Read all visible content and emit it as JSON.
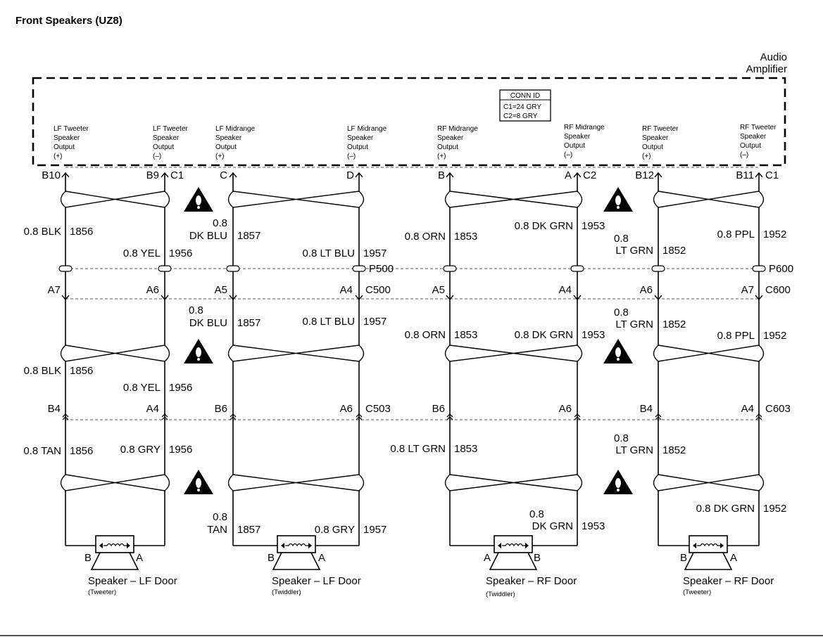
{
  "title": "Front Speakers (UZ8)",
  "amplifier": {
    "label_line1": "Audio",
    "label_line2": "Amplifier",
    "conn_id": {
      "header": "CONN ID",
      "line1": "C1=24 GRY",
      "line2": "C2=8 GRY"
    },
    "outputs": [
      {
        "l1": "LF Tweeter",
        "l2": "Speaker",
        "l3": "Output",
        "l4": "(+)"
      },
      {
        "l1": "LF Tweeter",
        "l2": "Speaker",
        "l3": "Output",
        "l4": "(–)"
      },
      {
        "l1": "LF Midrange",
        "l2": "Speaker",
        "l3": "Output",
        "l4": "(+)"
      },
      {
        "l1": "LF Midrange",
        "l2": "Speaker",
        "l3": "Output",
        "l4": "(–)"
      },
      {
        "l1": "RF Midrange",
        "l2": "Speaker",
        "l3": "Output",
        "l4": "(+)"
      },
      {
        "l1": "RF Midrange",
        "l2": "Speaker",
        "l3": "Output",
        "l4": "(–)"
      },
      {
        "l1": "RF Tweeter",
        "l2": "Speaker",
        "l3": "Output",
        "l4": "(+)"
      },
      {
        "l1": "RF Tweeter",
        "l2": "Speaker",
        "l3": "Output",
        "l4": "(–)"
      }
    ]
  },
  "connectors": {
    "c1_left": "C1",
    "c2": "C2",
    "c1_right": "C1",
    "p500": "P500",
    "p600": "P600",
    "c500": "C500",
    "c600": "C600",
    "c503": "C503",
    "c603": "C603"
  },
  "pins": {
    "amp": [
      "B10",
      "B9",
      "C",
      "D",
      "B",
      "A",
      "B12",
      "B11"
    ],
    "c500_c600": [
      "A7",
      "A6",
      "A5",
      "A4",
      "A5",
      "A4",
      "A6",
      "A7"
    ],
    "c503_c603": [
      "B4",
      "A4",
      "B6",
      "A6",
      "B6",
      "A6",
      "B4",
      "A4"
    ]
  },
  "wires": {
    "upper": [
      {
        "color": "0.8 BLK",
        "circuit": "1856"
      },
      {
        "color": "0.8 YEL",
        "circuit": "1956"
      },
      {
        "color_l1": "0.8",
        "color_l2": "DK BLU",
        "circuit": "1857"
      },
      {
        "color": "0.8 LT BLU",
        "circuit": "1957"
      },
      {
        "color": "0.8 ORN",
        "circuit": "1853"
      },
      {
        "color": "0.8 DK GRN",
        "circuit": "1953"
      },
      {
        "color_l1": "0.8",
        "color_l2": "LT GRN",
        "circuit": "1852"
      },
      {
        "color": "0.8 PPL",
        "circuit": "1952"
      }
    ],
    "middle": [
      {
        "color": "0.8 BLK",
        "circuit": "1856"
      },
      {
        "color": "0.8 YEL",
        "circuit": "1956"
      },
      {
        "color_l1": "0.8",
        "color_l2": "DK BLU",
        "circuit": "1857"
      },
      {
        "color": "0.8 LT BLU",
        "circuit": "1957"
      },
      {
        "color": "0.8 ORN",
        "circuit": "1853"
      },
      {
        "color": "0.8 DK GRN",
        "circuit": "1953"
      },
      {
        "color_l1": "0.8",
        "color_l2": "LT GRN",
        "circuit": "1852"
      },
      {
        "color": "0.8 PPL",
        "circuit": "1952"
      }
    ],
    "lower": [
      {
        "color": "0.8 TAN",
        "circuit": "1856"
      },
      {
        "color": "0.8 GRY",
        "circuit": "1956"
      },
      {
        "color_l1": "0.8",
        "color_l2": "TAN",
        "circuit": "1857"
      },
      {
        "color": "0.8 GRY",
        "circuit": "1957"
      },
      {
        "color": "0.8 LT GRN",
        "circuit": "1853"
      },
      {
        "color_l1": "0.8",
        "color_l2": "DK GRN",
        "circuit": "1953"
      },
      {
        "color_l1": "0.8",
        "color_l2": "LT GRN",
        "circuit": "1852"
      },
      {
        "color": "0.8 DK GRN",
        "circuit": "1952"
      }
    ]
  },
  "speakers": [
    {
      "name": "Speaker – LF Door",
      "sub": "(Tweeter)",
      "pin_left": "B",
      "pin_right": "A"
    },
    {
      "name": "Speaker – LF Door",
      "sub": "(Twiddler)",
      "pin_left": "B",
      "pin_right": "A"
    },
    {
      "name": "Speaker – RF Door",
      "sub": "(Twiddler)",
      "pin_left": "A",
      "pin_right": "B"
    },
    {
      "name": "Speaker – RF Door",
      "sub": "(Tweeter)",
      "pin_left": "B",
      "pin_right": "A"
    }
  ]
}
